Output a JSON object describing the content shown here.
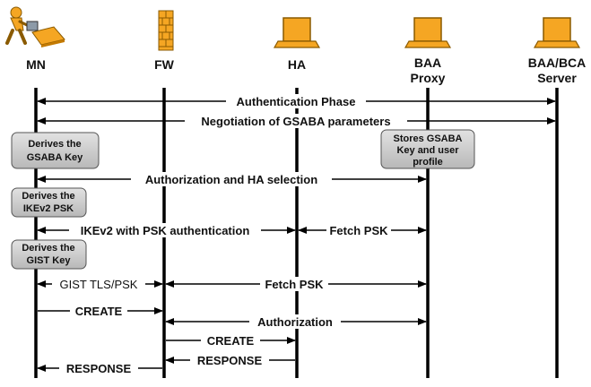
{
  "entities": [
    {
      "id": "mn",
      "label": "MN",
      "icon": "person-with-laptop-icon"
    },
    {
      "id": "fw",
      "label": "FW",
      "icon": "firewall-icon"
    },
    {
      "id": "ha",
      "label": "HA",
      "icon": "laptop-icon"
    },
    {
      "id": "proxy",
      "label_line1": "BAA",
      "label_line2": "Proxy",
      "icon": "laptop-icon"
    },
    {
      "id": "server",
      "label_line1": "BAA/BCA",
      "label_line2": "Server",
      "icon": "laptop-icon"
    }
  ],
  "notes": {
    "gsaba_key": {
      "line1": "Derives the",
      "line2": "GSABA Key"
    },
    "stores": {
      "line1": "Stores GSABA",
      "line2": "Key and user",
      "line3": "profile"
    },
    "ikev2_psk": {
      "line1": "Derives the",
      "line2": "IKEv2 PSK"
    },
    "gist_key": {
      "line1": "Derives the",
      "line2": "GIST Key"
    }
  },
  "messages": {
    "auth_phase": "Authentication Phase",
    "negotiation": "Negotiation of GSABA parameters",
    "authorization_ha": "Authorization and HA selection",
    "ikev2": "IKEv2 with PSK authentication",
    "fetch_psk_1": "Fetch PSK",
    "gist_tls": "GIST TLS/PSK",
    "fetch_psk_2": "Fetch PSK",
    "create_1": "CREATE",
    "authorization": "Authorization",
    "create_2": "CREATE",
    "response_1": "RESPONSE",
    "response_2": "RESPONSE"
  },
  "colors": {
    "icon_orange": "#f5a623",
    "note_fill": "#c8c8c8",
    "line": "#000000"
  }
}
